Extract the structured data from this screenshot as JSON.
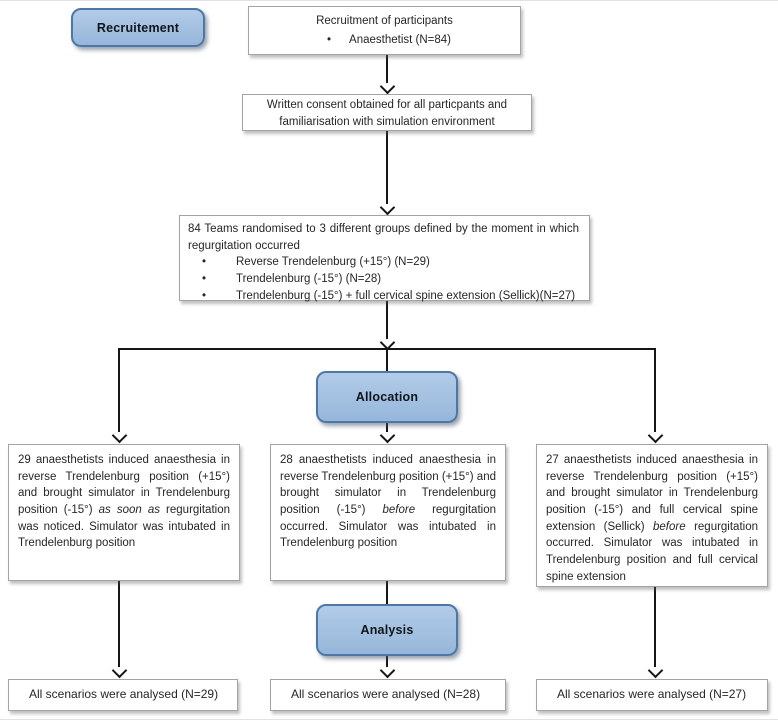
{
  "diagram": {
    "bullet": "•",
    "stages": {
      "recruitment": "Recruitement",
      "allocation": "Allocation",
      "analysis": "Analysis"
    },
    "boxes": {
      "recruitment_top": {
        "line1": "Recruitment of participants",
        "line2": "Anaesthetist (N=84)"
      },
      "consent": {
        "text": "Written consent obtained for all particpants and familiarisation with simulation environment"
      },
      "randomisation": {
        "intro": "84 Teams randomised to 3 different groups defined by the moment in which regurgitation occurred",
        "bullets": [
          "Reverse Trendelenburg (+15°) (N=29)",
          "Trendelenburg (-15°) (N=28)",
          "Trendelenburg (-15°) + full cervical spine extension (Sellick)(N=27)"
        ]
      },
      "group_left": {
        "pre": "29 anaesthetists induced anaesthesia in reverse Trendelenburg position (+15°) and brought simulator in Trendelenburg position (-15°) ",
        "italic": "as soon as",
        "post": " regurgitation was noticed. Simulator was intubated in Trendelenburg position"
      },
      "group_middle": {
        "pre": "28 anaesthetists induced anaesthesia in reverse Trendelenburg position (+15°) and brought simulator in Trendelenburg position (-15°) ",
        "italic": "before",
        "post": " regurgitation occurred. Simulator was intubated in Trendelenburg position"
      },
      "group_right": {
        "pre": "27 anaesthetists induced anaesthesia in reverse Trendelenburg position (+15°) and brought simulator in Trendelenburg position (-15°) and full cervical spine extension (Sellick) ",
        "italic": "before",
        "post": " regurgitation occurred. Simulator was intubated in Trendelenburg position and full cervical spine extension"
      },
      "analysed_left": "All scenarios were analysed (N=29)",
      "analysed_middle": "All scenarios were analysed (N=28)",
      "analysed_right": "All scenarios were analysed (N=27)"
    },
    "colors": {
      "pill_fill": "#a3c0e0",
      "pill_border": "#4d77a6",
      "box_border": "#a3a3a3",
      "arrow": "#161616",
      "text": "#262626"
    }
  }
}
